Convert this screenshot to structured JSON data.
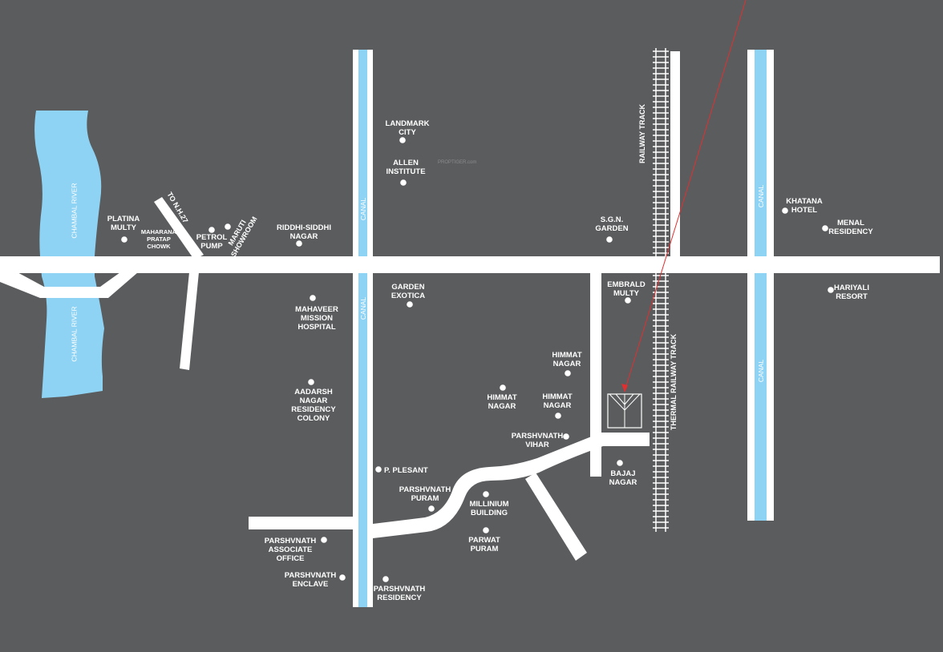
{
  "colors": {
    "background": "#5b5c5e",
    "road": "#ffffff",
    "water": "#8fd3f4",
    "pointer": "#e03030"
  },
  "top_caption": {
    "text": "",
    "accent": ""
  },
  "watermark": "PROPTIGER.com",
  "water_labels": {
    "river_north": "CHAMBAL RIVER",
    "river_south": "CHAMBAL RIVER",
    "canal_1_north": "CANAL",
    "canal_1_south": "CANAL",
    "canal_2_north": "CANAL",
    "canal_2_south": "CANAL"
  },
  "road_labels": {
    "nh27": "TO N.H.27",
    "maruti": "MARUTI\nSHOWROOM",
    "railway": "RAILWAY TRACK",
    "thermal_railway": "THERMAL RAILWAY TRACK"
  },
  "landmarks": [
    {
      "name": "LANDMARK\nCITY"
    },
    {
      "name": "ALLEN\nINSTITUTE"
    },
    {
      "name": "PLATINA\nMULTY"
    },
    {
      "name": "MAHARANA\nPRATAP\nCHOWK"
    },
    {
      "name": "PETROL\nPUMP"
    },
    {
      "name": "RIDDHI-SIDDHI\nNAGAR"
    },
    {
      "name": "S.G.N.\nGARDEN"
    },
    {
      "name": "KHATANA\nHOTEL"
    },
    {
      "name": "MENAL\nRESIDENCY"
    },
    {
      "name": "GARDEN\nEXOTICA"
    },
    {
      "name": "MAHAVEER\nMISSION\nHOSPITAL"
    },
    {
      "name": "EMBRALD\nMULTY"
    },
    {
      "name": "HARIYALI\nRESORT"
    },
    {
      "name": "HIMMAT\nNAGAR"
    },
    {
      "name": "HIMMAT\nNAGAR"
    },
    {
      "name": "HIMMAT\nNAGAR"
    },
    {
      "name": "AADARSH\nNAGAR\nRESIDENCY\nCOLONY"
    },
    {
      "name": "PARSHVNATH\nVIHAR"
    },
    {
      "name": "BAJAJ\nNAGAR"
    },
    {
      "name": "P. PLESANT"
    },
    {
      "name": "PARSHVNATH\nPURAM"
    },
    {
      "name": "MILLINIUM\nBUILDING"
    },
    {
      "name": "PARWAT\nPURAM"
    },
    {
      "name": "PARSHVNATH\nASSOCIATE\nOFFICE"
    },
    {
      "name": "PARSHVNATH\nENCLAVE"
    },
    {
      "name": "PARSHVNATH\nRESIDENCY"
    }
  ]
}
